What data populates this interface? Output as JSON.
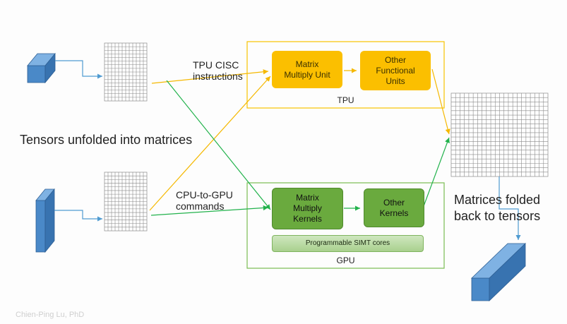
{
  "labels": {
    "tpu_cisc": "TPU CISC\ninstructions",
    "cpu_gpu": "CPU-to-GPU\ncommands",
    "tensors_unfolded": "Tensors unfolded into matrices",
    "matrices_folded": "Matrices folded\nback to tensors"
  },
  "tpu": {
    "title": "TPU",
    "blocks": [
      "Matrix\nMultiply Unit",
      "Other\nFunctional\nUnits"
    ]
  },
  "gpu": {
    "title": "GPU",
    "blocks": [
      "Matrix\nMultiply\nKernels",
      "Other\nKernels"
    ],
    "simt": "Programmable SIMT cores"
  },
  "footer": "Chien-Ping Lu, PhD",
  "colors": {
    "tpu": "#fbbf00",
    "gpu": "#6aaa3e",
    "tensor": "#4a89c8",
    "arrow_blue": "#4f9bd1"
  }
}
